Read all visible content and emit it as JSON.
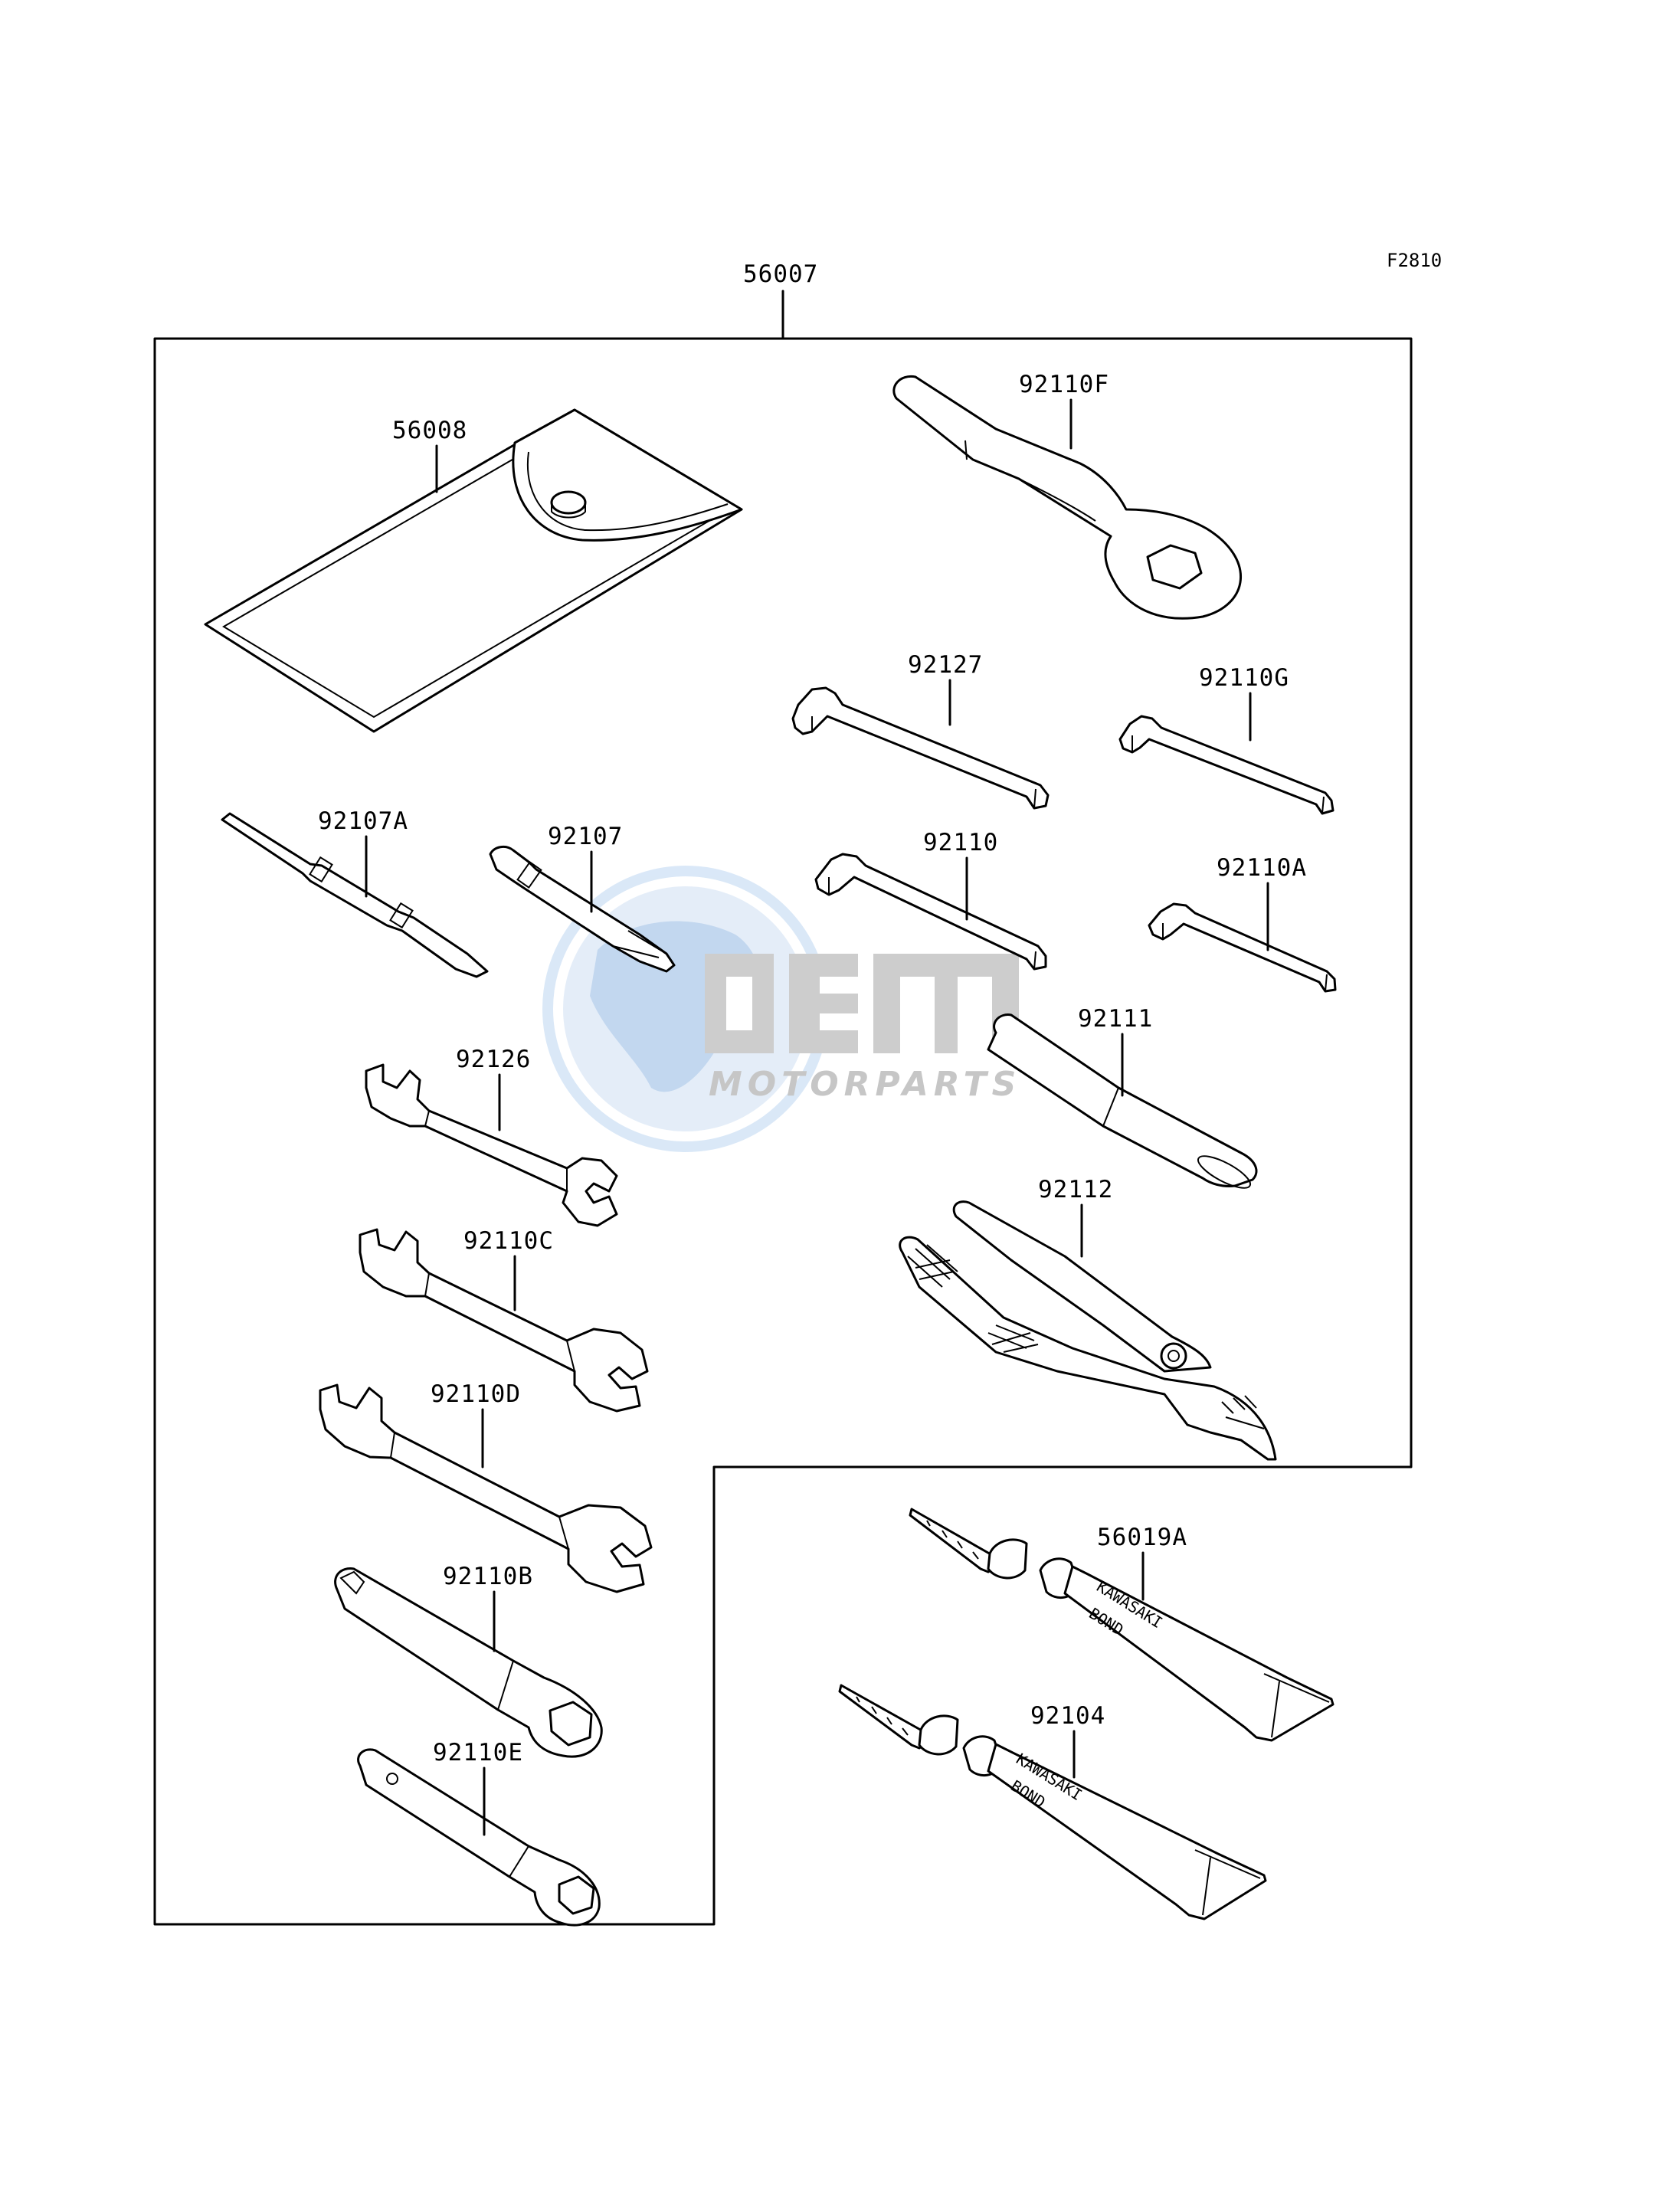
{
  "figure_code": "F2810",
  "assembly_label": "56007",
  "parts": {
    "p56008": "56008",
    "p92110F": "92110F",
    "p92127": "92127",
    "p92110G": "92110G",
    "p92107A": "92107A",
    "p92107": "92107",
    "p92110": "92110",
    "p92110A": "92110A",
    "p92126": "92126",
    "p92111": "92111",
    "p92110C": "92110C",
    "p92112": "92112",
    "p92110D": "92110D",
    "p92110B": "92110B",
    "p56019A": "56019A",
    "p92110E": "92110E",
    "p92104": "92104"
  },
  "tube_printing": {
    "line1": "KAWASAKI",
    "line2": "BOND"
  },
  "watermark": {
    "logo_text": "OEM",
    "tagline": "MOTORPARTS",
    "colors": {
      "globe": "#cfe0f5",
      "letters": "#c8c8c8",
      "tagline": "#c0c0c0"
    }
  }
}
